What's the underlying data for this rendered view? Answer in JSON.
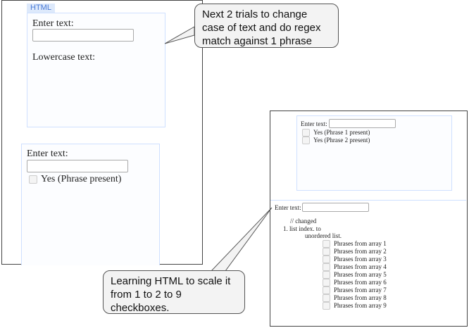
{
  "left_panel": {
    "tag": "HTML",
    "box1": {
      "label": "Enter text:",
      "input_value": "",
      "output_label": "Lowercase text:"
    },
    "box2": {
      "label": "Enter text:",
      "input_value": "",
      "checkbox_label": "Yes (Phrase present)"
    }
  },
  "right_panel": {
    "box1": {
      "label": "Enter text:",
      "input_value": "",
      "checkboxes": [
        "Yes (Phrase 1 present)",
        "Yes (Phrase 2 present)"
      ]
    },
    "box2": {
      "label": "Enter text:",
      "input_value": "",
      "comment": "// changed",
      "list_item": "1. list index. to",
      "list_sub": "unordered list.",
      "checkboxes": [
        "Phrases from array 1",
        "Phrases from array 2",
        "Phrases from array 3",
        "Phrases from array 4",
        "Phrases from array 5",
        "Phrases from array 6",
        "Phrases from array 7",
        "Phrases from array 8",
        "Phrases from array 9"
      ]
    }
  },
  "callouts": {
    "top": "Next 2 trials to change case of text and do regex match against 1 phrase",
    "bottom": "Learning HTML to scale it from 1 to 2 to 9 checkboxes."
  }
}
